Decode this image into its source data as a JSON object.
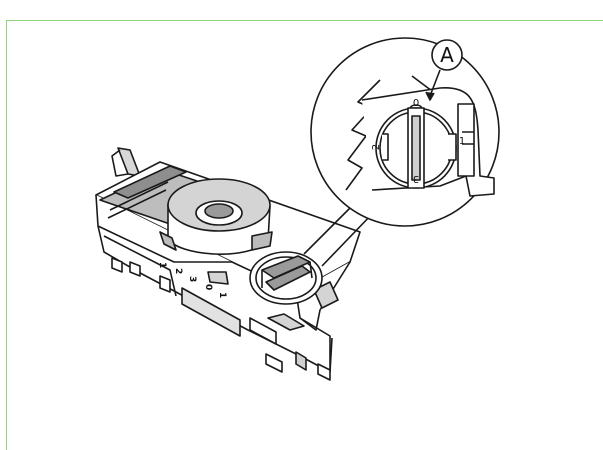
{
  "callout": {
    "label": "A"
  },
  "dial": {
    "top": "0",
    "right": "1",
    "bottom": "3",
    "left": "2"
  },
  "adapter_marks": [
    "1",
    "2",
    "3",
    "0",
    "1"
  ],
  "colors": {
    "frame": "#8fd27a",
    "line": "#1a1a1a",
    "shade": "#b9b9b9"
  }
}
